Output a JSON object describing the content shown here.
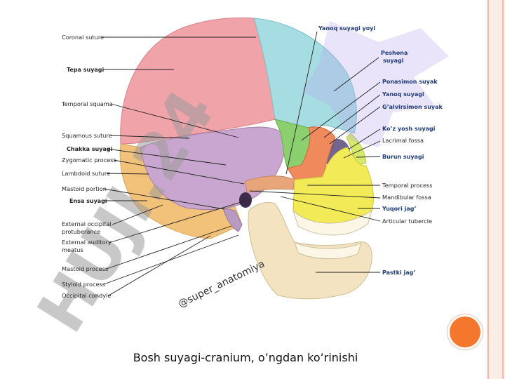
{
  "caption": "Bosh suyagi-cranium, o’ngdan ko’rinishi",
  "watermark_handle": "@super_anatomiya",
  "watermark_text": "HUJI.24",
  "left_labels": [
    {
      "id": "coronal-suture",
      "text": "Coronal suture",
      "bold": false
    },
    {
      "id": "tepa-suyagi",
      "text": "Tepa suyagi",
      "bold": true
    },
    {
      "id": "temporal-squama",
      "text": "Temporal squama",
      "bold": false
    },
    {
      "id": "squamous-suture",
      "text": "Squamous suture",
      "bold": false
    },
    {
      "id": "chakka-suyagi",
      "text": "Chakka suyagi",
      "bold": true
    },
    {
      "id": "zygomatic-process",
      "text": "Zygomatic process",
      "bold": false
    },
    {
      "id": "lambdoid-suture",
      "text": "Lambdoid suture",
      "bold": false
    },
    {
      "id": "mastoid-portion",
      "text": "Mastoid portion",
      "bold": false
    },
    {
      "id": "ensa-suyagi",
      "text": "Ensa suyagi",
      "bold": true
    },
    {
      "id": "external-occipital-1",
      "text": "External occipital",
      "bold": false
    },
    {
      "id": "external-occipital-2",
      "text": "protuberance",
      "bold": false
    },
    {
      "id": "external-auditory-1",
      "text": "External auditory",
      "bold": false
    },
    {
      "id": "external-auditory-2",
      "text": "meatus",
      "bold": false
    },
    {
      "id": "mastoid-process",
      "text": "Mastoid process",
      "bold": false
    },
    {
      "id": "styloid-process",
      "text": "Styloid process",
      "bold": false
    },
    {
      "id": "occipital-condyle",
      "text": "Occipital condyle",
      "bold": false
    }
  ],
  "right_labels": [
    {
      "id": "yanoq-suyagi-yoyi",
      "text": "Yanoq suyagi yoyi",
      "bold": true
    },
    {
      "id": "peshona-1",
      "text": "Peshona",
      "bold": true
    },
    {
      "id": "peshona-2",
      "text": "suyagi",
      "bold": true
    },
    {
      "id": "ponasimon-suyak",
      "text": "Ponasimon suyak",
      "bold": true
    },
    {
      "id": "yanoq-suyagi",
      "text": "Yanoq suyagi",
      "bold": true
    },
    {
      "id": "galvirsimon-suyak",
      "text": "G’alvirsimon suyak",
      "bold": true
    },
    {
      "id": "koz-yosh-suyagi",
      "text": "Ko’z yosh suyagi",
      "bold": true
    },
    {
      "id": "lacrimal-fossa",
      "text": "Lacrimal fossa",
      "bold": false
    },
    {
      "id": "burun-suyagi",
      "text": "Burun suyagi",
      "bold": true
    },
    {
      "id": "temporal-process",
      "text": "Temporal process",
      "bold": false
    },
    {
      "id": "mandibular-fossa",
      "text": "Mandibular fossa",
      "bold": false
    },
    {
      "id": "yuqori-jag",
      "text": "Yuqori jag’",
      "bold": true
    },
    {
      "id": "articular-tubercle",
      "text": "Articular tubercle",
      "bold": false
    },
    {
      "id": "pastki-jag",
      "text": "Pastki jag’",
      "bold": true
    }
  ],
  "colors": {
    "parietal": "#f0a3a8",
    "frontal": "#a6dde2",
    "temporal": "#c9a6cf",
    "occipital": "#f3c27a",
    "sphenoid": "#8ccf6f",
    "zygomatic": "#f08a5d",
    "maxilla": "#f2ea57",
    "mandible": "#f3e3c0",
    "watermark_purple": "#b9a6ee",
    "watermark_gray": "#9b9b9b",
    "frame": "#f0b8a6",
    "accent_dot": "#f5772d"
  }
}
